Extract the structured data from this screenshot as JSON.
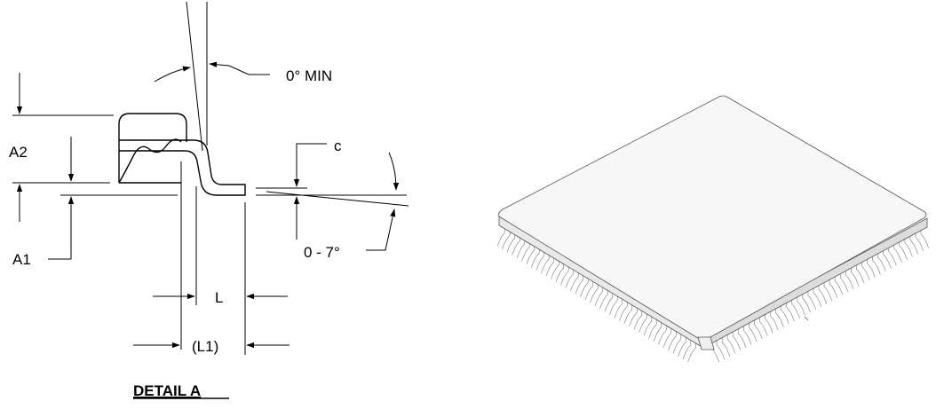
{
  "detail": {
    "title": "DETAIL A",
    "labels": {
      "angle_min": "0° MIN",
      "a2": "A2",
      "a1": "A1",
      "c": "c",
      "angle_range": "0 - 7°",
      "l": "L",
      "l1": "(L1)"
    }
  },
  "colors": {
    "line": "#000000",
    "package_top": "#f7f7f7",
    "package_edge": "#555555"
  }
}
